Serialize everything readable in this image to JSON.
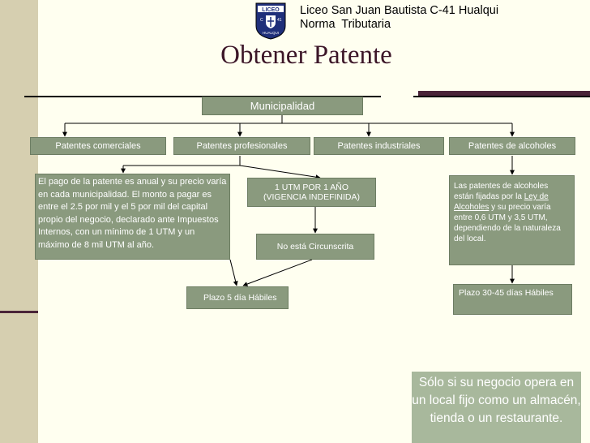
{
  "header": {
    "school": "Liceo San Juan Bautista C-41 Hualqui",
    "subject": "Norma  Tributaria",
    "logo_text": "LICEO",
    "logo_sub": "HUALQUI",
    "logo_c": "C",
    "logo_num": "41"
  },
  "title": "Obtener Patente",
  "diagram": {
    "root": "Municipalidad",
    "categories": [
      "Patentes comerciales",
      "Patentes profesionales",
      "Patentes industriales",
      "Patentes de alcoholes"
    ],
    "payment_note": "El pago de la patente es anual y su precio varía en cada municipalidad. El monto a pagar es entre el 2.5 por mil y el 5 por mil del capital propio del negocio, declarado ante Impuestos Internos, con un mínimo de 1 UTM y un máximo de 8 mil UTM al año.",
    "utm_line1": "1 UTM POR 1 AÑO",
    "utm_line2": "(VIGENCIA INDEFINIDA)",
    "not_limited": "No está Circunscrita",
    "plazo_5": "Plazo 5 día Hábiles",
    "alcohol_pre": "Las patentes de alcoholes están fijadas por la ",
    "alcohol_link": "Ley de Alcoholes",
    "alcohol_post": " y su precio varía entre 0,6 UTM y 3,5 UTM, dependiendo de la naturaleza del local.",
    "plazo_30": "Plazo 30-45 días Hábiles",
    "note": "Sólo si su negocio opera en un local fijo como un almacén, tienda o un restaurante."
  },
  "colors": {
    "box_fill": "#8a9a7e",
    "note_fill": "#a8b89c",
    "title": "#3c1628",
    "accent": "#4a2438",
    "sidebar": "#d6cfb0",
    "background": "#fffff0"
  }
}
